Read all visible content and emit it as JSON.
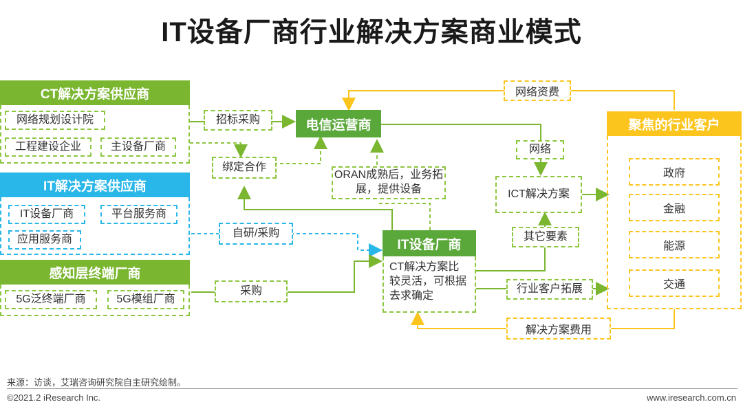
{
  "title": "IT设备厂商行业解决方案商业模式",
  "ct_suppliers": {
    "header": "CT解决方案供应商",
    "items": [
      "网络规划设计院",
      "工程建设企业",
      "主设备厂商"
    ]
  },
  "it_suppliers": {
    "header": "IT解决方案供应商",
    "items": [
      "IT设备厂商",
      "平台服务商",
      "应用服务商"
    ]
  },
  "terminal_vendors": {
    "header": "感知层终端厂商",
    "items": [
      "5G泛终端厂商",
      "5G模组厂商"
    ]
  },
  "telecom": "电信运营商",
  "it_vendor": {
    "header": "IT设备厂商",
    "desc": "CT解决方案比较灵活，可根据去求确定"
  },
  "ict_solution": "ICT解决方案",
  "industry_customers": {
    "header": "聚焦的行业客户",
    "items": [
      "政府",
      "金融",
      "能源",
      "交通"
    ]
  },
  "flows": {
    "bidding": "招标采购",
    "bundled": "绑定合作",
    "self_dev": "自研/采购",
    "purchase": "采购",
    "oran": "ORAN成熟后，业务拓展，提供设备",
    "network": "网络",
    "other_elements": "其它要素",
    "industry_expand": "行业客户拓展",
    "network_fee": "网络资费",
    "solution_fee": "解决方案费用"
  },
  "footer": {
    "source": "来源：访谈，艾瑞咨询研究院自主研究绘制。",
    "copyright": "©2021.2 iResearch Inc.",
    "website": "www.iresearch.com.cn"
  },
  "colors": {
    "green": "#7ab630",
    "blue": "#29b6e8",
    "yellow": "#fbc51e",
    "dark_green": "#5aa83a"
  }
}
